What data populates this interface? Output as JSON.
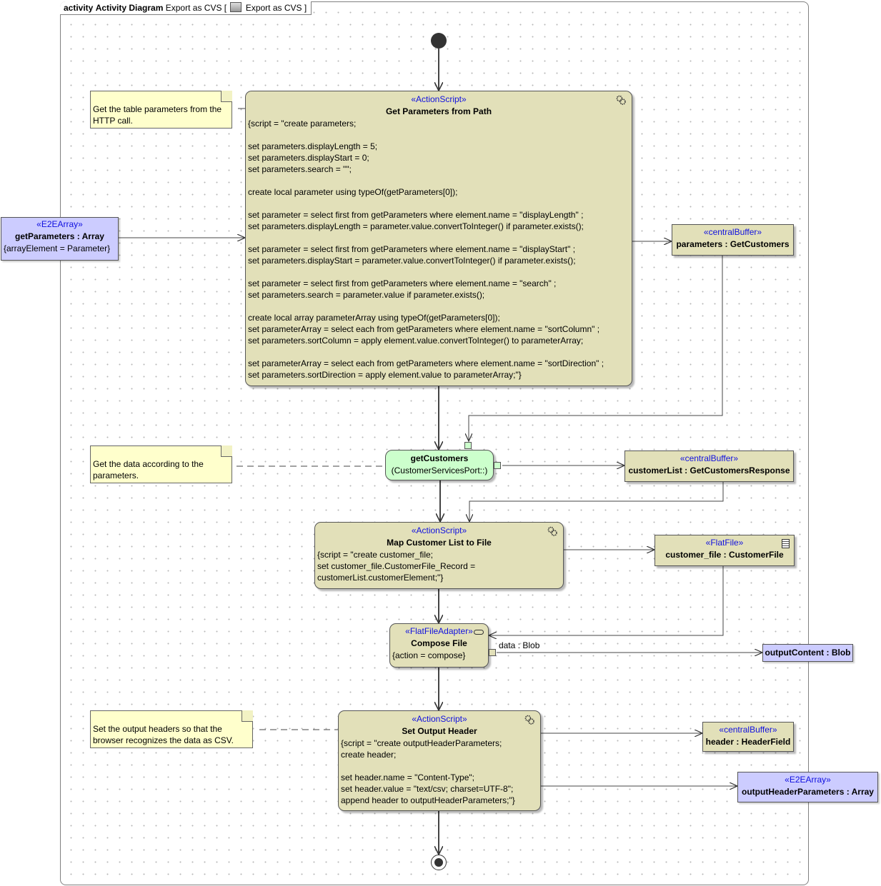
{
  "frame": {
    "kind": "activity",
    "name": "Activity Diagram",
    "suffix_pre": "Export as CVS [",
    "suffix_icon": "diagram-icon",
    "suffix_post": "Export as CVS ]"
  },
  "notes": {
    "get_params_note": "Get the table parameters from the\nHTTP call.",
    "get_data_note": "Get the data according to the\nparameters.",
    "headers_note": "Set the output headers so that the\nbrowser recognizes the data as CSV."
  },
  "get_parameters_array": {
    "stereotype": "«E2EArray»",
    "name": "getParameters : Array",
    "tagged": "{arrayElement = Parameter}"
  },
  "get_params_action": {
    "stereotype": "«ActionScript»",
    "title": "Get Parameters from Path",
    "icon": "gears-icon",
    "script": "{script = \"create parameters;\n\nset parameters.displayLength = 5;\nset parameters.displayStart = 0;\nset parameters.search = \"\";\n\ncreate local parameter using typeOf(getParameters[0]);\n\nset parameter = select first from getParameters where element.name = \"displayLength\" ;\nset parameters.displayLength = parameter.value.convertToInteger() if parameter.exists();\n\nset parameter = select first from getParameters where element.name = \"displayStart\" ;\nset parameters.displayStart = parameter.value.convertToInteger() if parameter.exists();\n\nset parameter = select first from getParameters where element.name = \"search\" ;\nset parameters.search = parameter.value if parameter.exists();\n\ncreate local array parameterArray using typeOf(getParameters[0]);\nset parameterArray = select each from getParameters where element.name = \"sortColumn\" ;\nset parameters.sortColumn = apply element.value.convertToInteger() to parameterArray;\n\nset parameterArray = select each from getParameters where element.name = \"sortDirection\" ;\nset parameters.sortDirection = apply element.value to parameterArray;\"}"
  },
  "parameters_buffer": {
    "stereotype": "«centralBuffer»",
    "name": "parameters : GetCustomers"
  },
  "get_customers_call": {
    "name": "getCustomers",
    "port": "(CustomerServicesPort::)"
  },
  "customer_list_buffer": {
    "stereotype": "«centralBuffer»",
    "name": "customerList : GetCustomersResponse"
  },
  "map_action": {
    "stereotype": "«ActionScript»",
    "title": "Map Customer List to File",
    "icon": "gears-icon",
    "script": "{script = \"create customer_file;\nset customer_file.CustomerFile_Record =\ncustomerList.customerElement;\"}"
  },
  "customer_file": {
    "stereotype": "«FlatFile»",
    "name": "customer_file : CustomerFile",
    "icon": "file-icon"
  },
  "compose_action": {
    "stereotype": "«FlatFileAdapter»",
    "title": "Compose File",
    "tagged": "{action = compose}",
    "icon": "toggle-icon"
  },
  "data_pin_label": "data : Blob",
  "output_content": {
    "name": "outputContent : Blob"
  },
  "header_action": {
    "stereotype": "«ActionScript»",
    "title": "Set Output Header",
    "icon": "gears-icon",
    "script": "{script = \"create outputHeaderParameters;\ncreate header;\n\nset header.name = \"Content-Type\";\nset header.value = \"text/csv; charset=UTF-8\";\nappend header to outputHeaderParameters;\"}"
  },
  "header_buffer": {
    "stereotype": "«centralBuffer»",
    "name": "header : HeaderField"
  },
  "output_header_params": {
    "stereotype": "«E2EArray»",
    "name": "outputHeaderParameters : Array"
  },
  "colors": {
    "action_fill": "#e2e0b9",
    "note_fill": "#ffffcc",
    "array_fill": "#ccccff",
    "call_fill": "#ccffcc",
    "stereotype_text": "#1010e0"
  }
}
